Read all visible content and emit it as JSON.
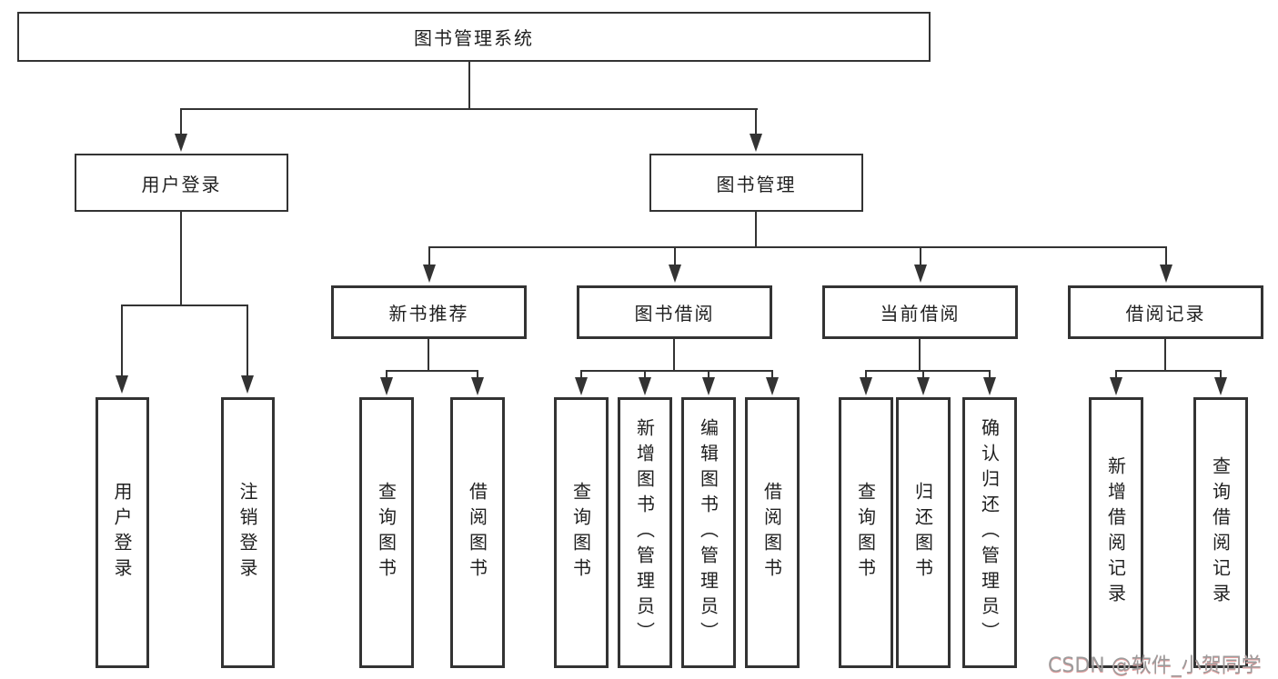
{
  "diagram": {
    "root": {
      "label": "图书管理系统"
    },
    "level2": [
      {
        "label": "用户登录"
      },
      {
        "label": "图书管理"
      }
    ],
    "level3": [
      {
        "label": "新书推荐"
      },
      {
        "label": "图书借阅"
      },
      {
        "label": "当前借阅"
      },
      {
        "label": "借阅记录"
      }
    ],
    "leaves": {
      "user_login": [
        "用户登录",
        "注销登录"
      ],
      "new_book": [
        "查询图书",
        "借阅图书"
      ],
      "borrow": [
        "查询图书",
        "新增图书（管理员）",
        "编辑图书（管理员）",
        "借阅图书"
      ],
      "current": [
        "查询图书",
        "归还图书",
        "确认归还（管理员）"
      ],
      "records": [
        "新增借阅记录",
        "查询借阅记录"
      ]
    }
  },
  "watermark": {
    "text": "CSDN @软件_小贺同学"
  },
  "colors": {
    "line": "#333333",
    "text": "#1f1f1f",
    "background": "#ffffff",
    "watermark_gray": "#9c9c9c",
    "watermark_shadow": "#e8a0a0"
  }
}
